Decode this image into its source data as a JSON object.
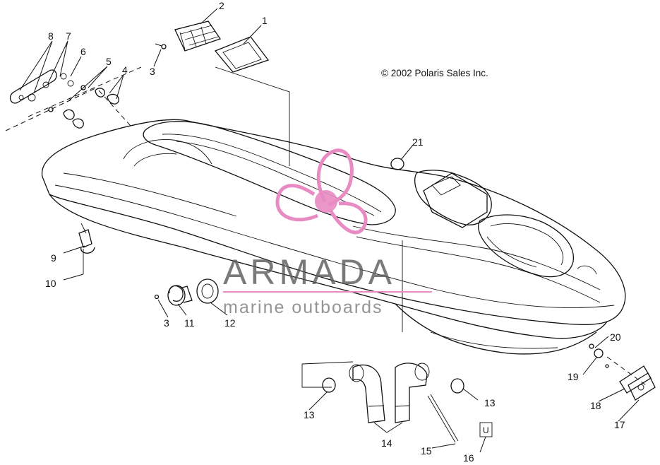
{
  "copyright": "© 2002 Polaris Sales Inc.",
  "watermark": {
    "brand": "ARMADA",
    "tagline": "marine outboards"
  },
  "callouts": [
    "1",
    "2",
    "3",
    "4",
    "5",
    "6",
    "7",
    "8",
    "9",
    "10",
    "3",
    "11",
    "12",
    "13",
    "14",
    "13",
    "15",
    "16",
    "17",
    "18",
    "19",
    "20",
    "21"
  ],
  "boxed_label": "U",
  "colors": {
    "line": "#111111",
    "watermark_pink": "#e98bc3",
    "watermark_text": "#5a5a5a"
  },
  "icons": [
    "propeller-logo-icon"
  ]
}
